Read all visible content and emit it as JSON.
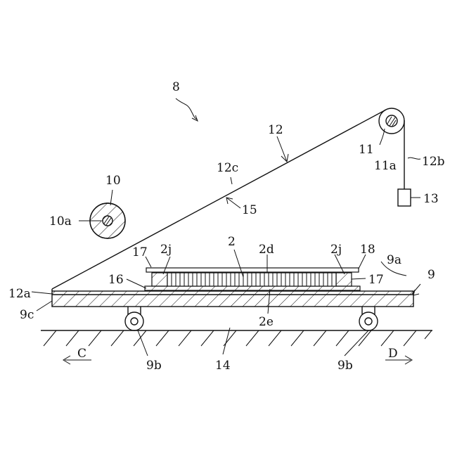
{
  "figure": {
    "labels": {
      "l8": "8",
      "l12": "12",
      "l12c": "12c",
      "l11": "11",
      "l11a": "11a",
      "l12b": "12b",
      "l13": "13",
      "l10": "10",
      "l10a": "10a",
      "l15": "15",
      "l17a": "17",
      "l2ja": "2j",
      "l2": "2",
      "l2d": "2d",
      "l2jb": "2j",
      "l18": "18",
      "l9a": "9a",
      "l9": "9",
      "l16": "16",
      "l17b": "17",
      "l12a": "12a",
      "l9c": "9c",
      "l2e": "2e",
      "l9ba": "9b",
      "l14": "14",
      "l9bb": "9b",
      "lC": "C",
      "lD": "D"
    },
    "colors": {
      "ink": "#111111",
      "background": "#ffffff"
    }
  }
}
